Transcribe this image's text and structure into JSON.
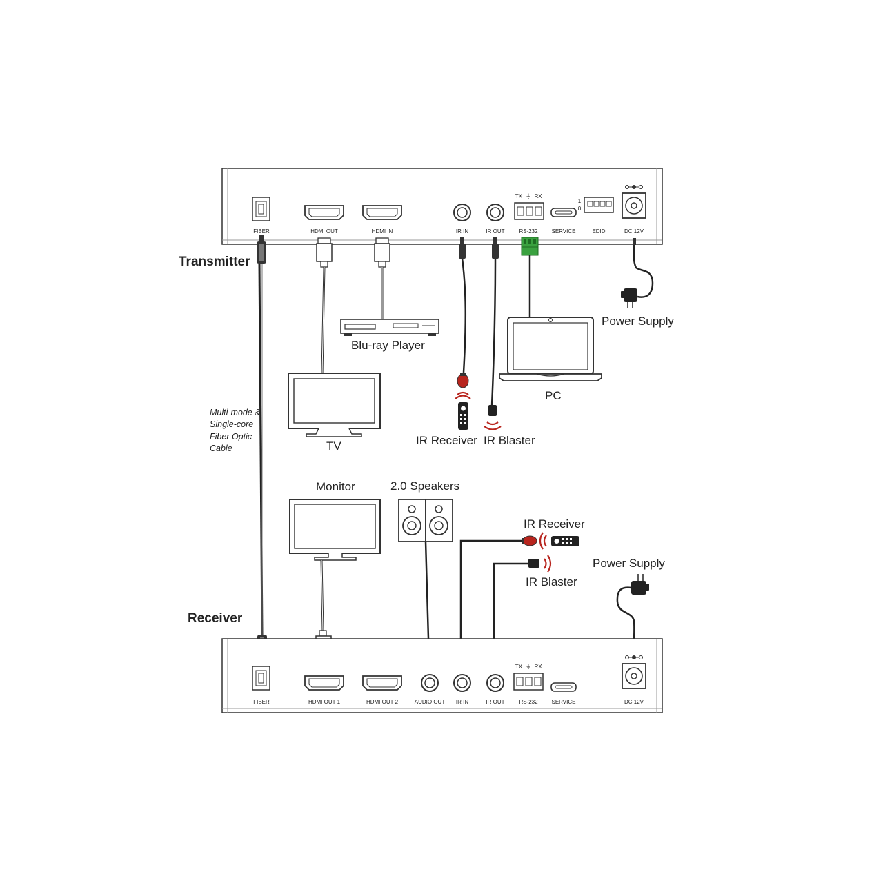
{
  "transmitter": {
    "title": "Transmitter",
    "ports": {
      "fiber": "FIBER",
      "hdmi_out": "HDMI OUT",
      "hdmi_in": "HDMI IN",
      "ir_in": "IR IN",
      "ir_out": "IR OUT",
      "rs232": "RS-232",
      "service": "SERVICE",
      "edid": "EDID",
      "dc": "DC 12V"
    },
    "rs232_pins": {
      "tx": "TX",
      "gnd": "⏚",
      "rx": "RX"
    },
    "edid_switch": {
      "on": "1",
      "off": "0"
    }
  },
  "receiver": {
    "title": "Receiver",
    "ports": {
      "fiber": "FIBER",
      "hdmi_out_1": "HDMI OUT 1",
      "hdmi_out_2": "HDMI OUT 2",
      "audio_out": "AUDIO OUT",
      "ir_in": "IR IN",
      "ir_out": "IR OUT",
      "rs232": "RS-232",
      "service": "SERVICE",
      "dc": "DC 12V"
    },
    "rs232_pins": {
      "tx": "TX",
      "gnd": "⏚",
      "rx": "RX"
    }
  },
  "devices": {
    "tx_power_supply": "Power Supply",
    "bluray": "Blu-ray Player",
    "pc": "PC",
    "tv": "TV",
    "tx_ir_receiver": "IR Receiver",
    "tx_ir_blaster": "IR Blaster",
    "monitor": "Monitor",
    "speakers": "2.0 Speakers",
    "rx_ir_receiver": "IR Receiver",
    "rx_ir_blaster": "IR Blaster",
    "rx_power_supply": "Power Supply"
  },
  "cable_label": [
    "Multi-mode &",
    "Single-core",
    "Fiber Optic",
    "Cable"
  ],
  "colors": {
    "ir_red": "#b8251e",
    "rs232_green": "#3aa13f",
    "line": "#222222"
  }
}
